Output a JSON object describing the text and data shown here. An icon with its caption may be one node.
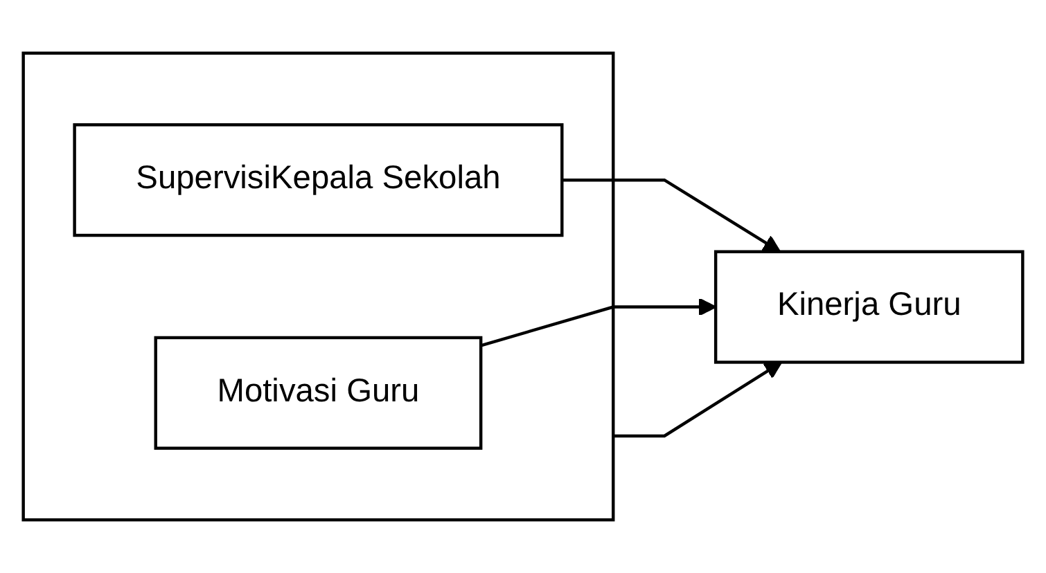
{
  "diagram": {
    "nodes": [
      {
        "text": [],
        "shape": "box"
      },
      {
        "text": [
          "SupervisiKepala Sekolah"
        ],
        "in": 0
      },
      {
        "text": [
          "Motivasi Guru"
        ],
        "in": 0
      },
      {
        "text": [
          "Kinerja Guru"
        ]
      }
    ],
    "edges": [
      {
        "from": 0,
        "to": 3,
        "arrow": "to"
      },
      {
        "from": 1,
        "to": 3,
        "arrow": "to"
      },
      {
        "from": 2,
        "to": 3,
        "arrow": "to"
      }
    ]
  }
}
